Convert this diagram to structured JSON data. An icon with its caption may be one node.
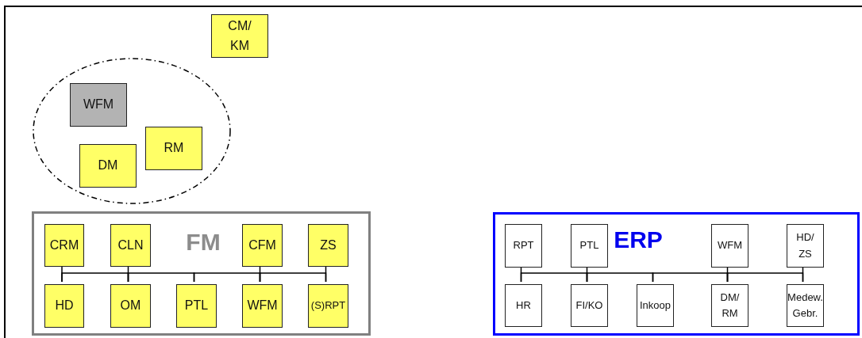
{
  "diagram": {
    "nodes": [
      {
        "text": [
          "CM/ KM"
        ]
      },
      {
        "text": [],
        "shape": "ellipse"
      },
      {
        "text": [
          "WFM"
        ],
        "in": 1
      },
      {
        "text": [
          "RM"
        ],
        "in": 1
      },
      {
        "text": [
          "DM"
        ],
        "in": 1
      },
      {
        "text": [
          "FM"
        ]
      },
      {
        "text": [
          "CRM"
        ],
        "in": 5
      },
      {
        "text": [
          "CLN"
        ],
        "in": 5
      },
      {
        "text": [
          "CFM"
        ],
        "in": 5
      },
      {
        "text": [
          "ZS"
        ],
        "in": 5
      },
      {
        "text": [
          "HD"
        ],
        "in": 5
      },
      {
        "text": [
          "OM"
        ],
        "in": 5
      },
      {
        "text": [
          "PTL"
        ],
        "in": 5
      },
      {
        "text": [
          "WFM"
        ],
        "in": 5
      },
      {
        "text": [
          "(S)RPT"
        ],
        "in": 5
      },
      {
        "text": [
          "ERP"
        ]
      },
      {
        "text": [
          "RPT"
        ],
        "in": 15
      },
      {
        "text": [
          "PTL"
        ],
        "in": 15
      },
      {
        "text": [
          "WFM"
        ],
        "in": 15
      },
      {
        "text": [
          "HD/ ZS"
        ],
        "in": 15
      },
      {
        "text": [
          "HR"
        ],
        "in": 15
      },
      {
        "text": [
          "FI/KO"
        ],
        "in": 15
      },
      {
        "text": [
          "Inkoop"
        ],
        "in": 15
      },
      {
        "text": [
          "DM/ RM"
        ],
        "in": 15
      },
      {
        "text": [
          "Medew. Gebr."
        ],
        "in": 15
      }
    ],
    "edges": [
      {
        "from": 6,
        "to": 10,
        "arrow": "none"
      },
      {
        "from": 7,
        "to": 11,
        "arrow": "none"
      },
      {
        "from": 8,
        "to": 13,
        "arrow": "none"
      },
      {
        "from": 9,
        "to": 14,
        "arrow": "none"
      },
      {
        "from": 10,
        "to": 11,
        "arrow": "none"
      },
      {
        "from": 11,
        "to": 12,
        "arrow": "none"
      },
      {
        "from": 12,
        "to": 13,
        "arrow": "none"
      },
      {
        "from": 13,
        "to": 14,
        "arrow": "none"
      },
      {
        "from": 16,
        "to": 20,
        "arrow": "none"
      },
      {
        "from": 17,
        "to": 21,
        "arrow": "none"
      },
      {
        "from": 18,
        "to": 23,
        "arrow": "none"
      },
      {
        "from": 19,
        "to": 24,
        "arrow": "none"
      },
      {
        "from": 20,
        "to": 21,
        "arrow": "none"
      },
      {
        "from": 21,
        "to": 22,
        "arrow": "none"
      },
      {
        "from": 22,
        "to": 23,
        "arrow": "none"
      },
      {
        "from": 23,
        "to": 24,
        "arrow": "none"
      }
    ]
  }
}
